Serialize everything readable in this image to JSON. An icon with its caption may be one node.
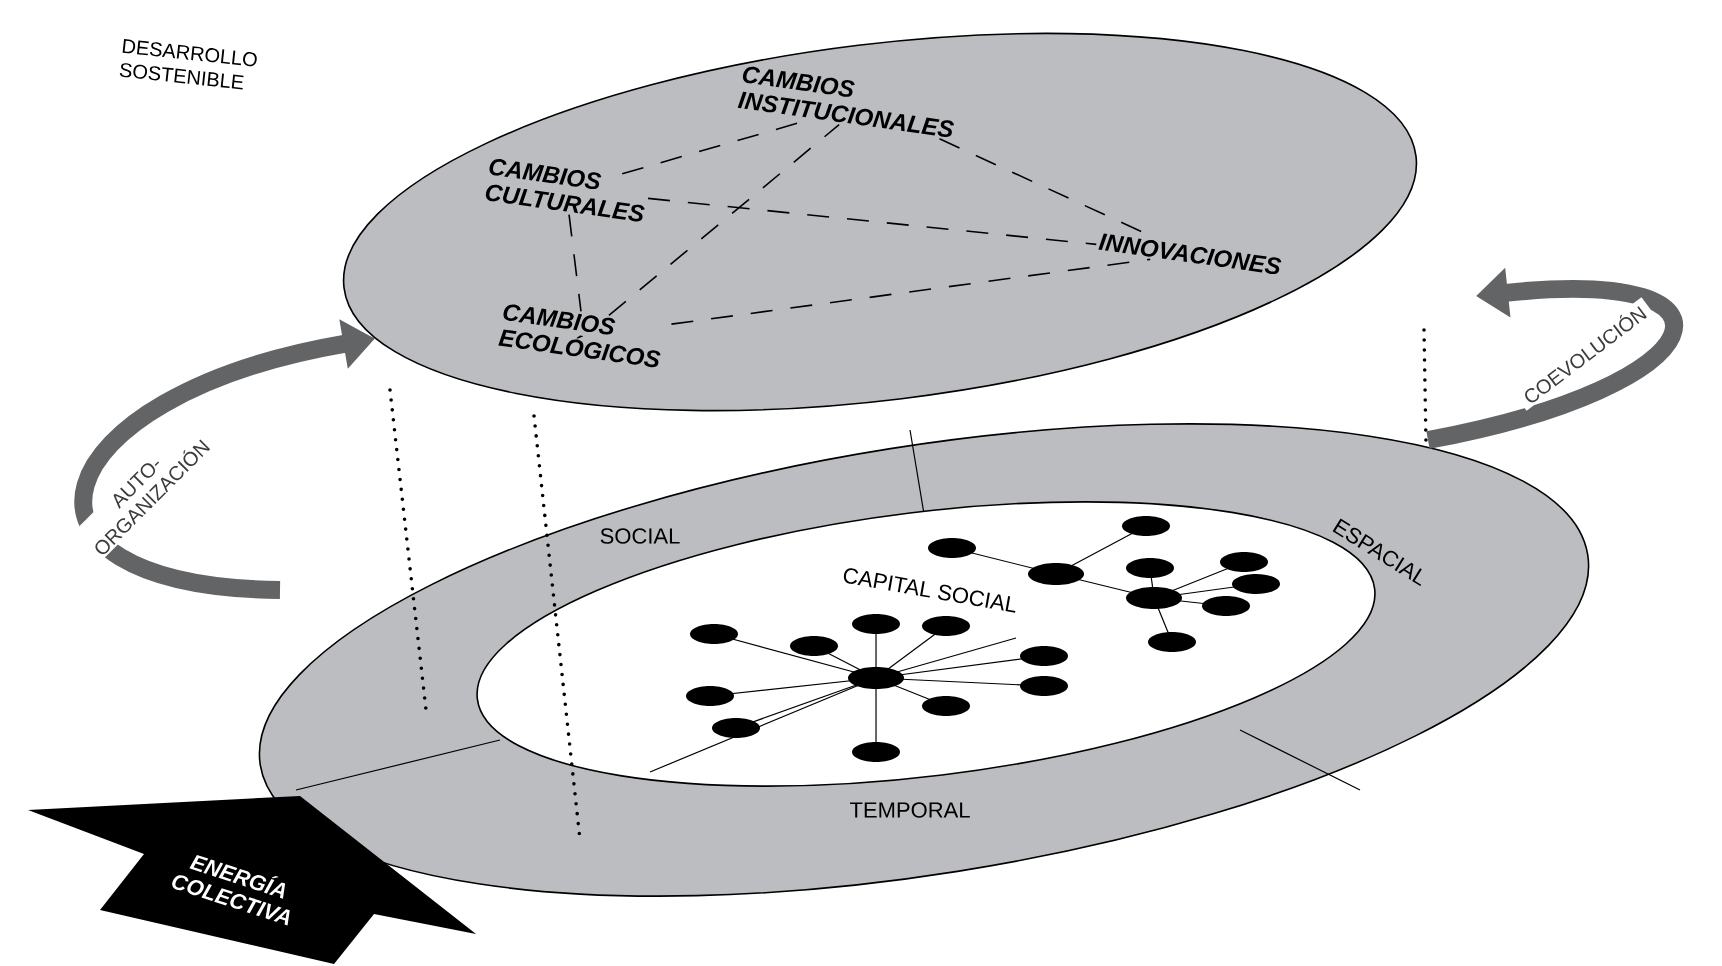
{
  "diagram": {
    "nodes": [
      {
        "text": [
          "DESARROLLO SOSTENIBLE"
        ]
      },
      {
        "text": [
          "CAMBIOS INSTITUCIONALES"
        ],
        "in": 0
      },
      {
        "text": [
          "CAMBIOS CULTURALES"
        ],
        "in": 0
      },
      {
        "text": [
          "INNOVACIONES"
        ],
        "in": 0
      },
      {
        "text": [
          "CAMBIOS ECOLÓGICOS"
        ],
        "in": 0
      },
      {
        "text": [
          "SOCIAL",
          "ESPACIAL",
          "TEMPORAL"
        ]
      },
      {
        "text": [
          "CAPITAL SOCIAL"
        ],
        "in": 5
      },
      {
        "text": [
          "ENERGÍA COLECTIVA"
        ]
      }
    ],
    "edges": [
      {
        "from": 2,
        "to": 1,
        "arrow": "none",
        "style": "dashed"
      },
      {
        "from": 2,
        "to": 3,
        "arrow": "none",
        "style": "dashed"
      },
      {
        "from": 4,
        "to": 1,
        "arrow": "none",
        "style": "dashed"
      },
      {
        "from": 4,
        "to": 3,
        "arrow": "none",
        "style": "dashed"
      },
      {
        "from": 2,
        "to": 4,
        "arrow": "none",
        "style": "dashed"
      },
      {
        "from": 1,
        "to": 3,
        "arrow": "none",
        "style": "dashed"
      },
      {
        "from": null,
        "to": 0,
        "arrow": "to",
        "label": "AUTO- ORGANIZACIÓN",
        "style": "thick",
        "color": "#636466"
      },
      {
        "from": 5,
        "to": null,
        "arrow": "to",
        "label": "COEVOLUCIÓN",
        "style": "thick",
        "color": "#636466"
      }
    ]
  }
}
